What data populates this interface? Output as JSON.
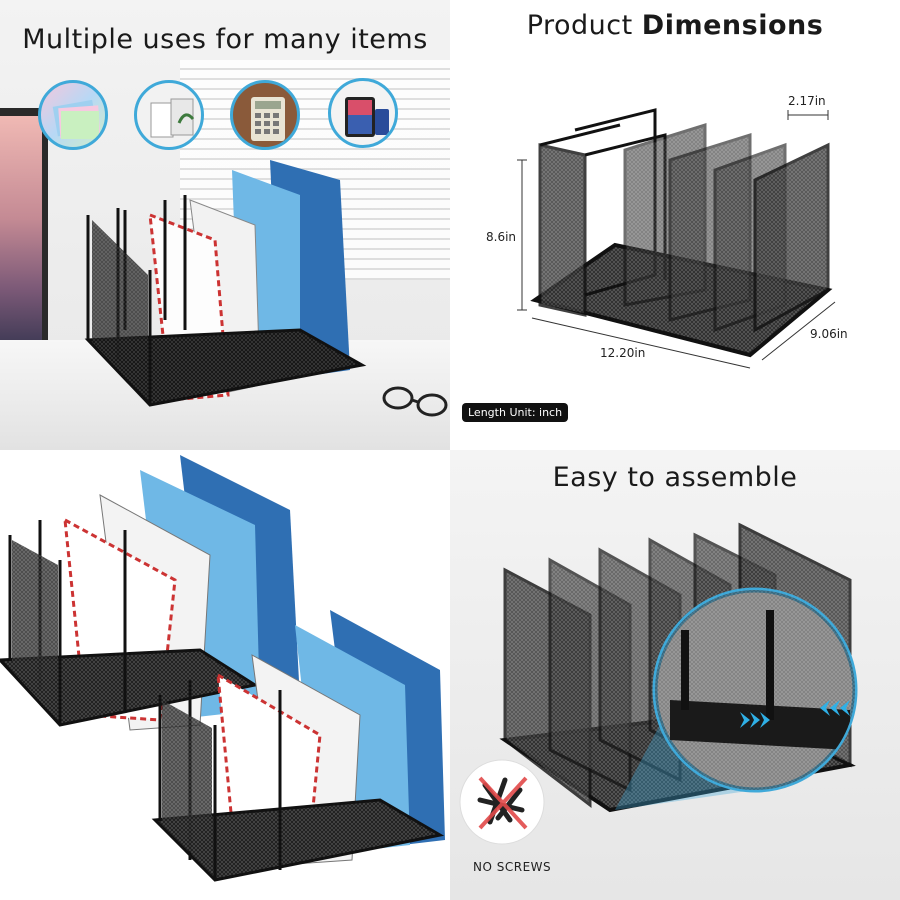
{
  "panel1": {
    "heading": "Multiple uses for many items",
    "icons": [
      "file-folders-icon",
      "books-icon",
      "calculator-icon",
      "tablet-icon"
    ]
  },
  "panel2": {
    "heading_regular": "Product ",
    "heading_bold": "Dimensions",
    "dims": {
      "thickness": "2.17in",
      "height": "8.6in",
      "width": "12.20in",
      "depth": "9.06in"
    },
    "unit_badge": "Length Unit: inch"
  },
  "panel4": {
    "heading": "Easy to assemble",
    "screws_label": "NO SCREWS"
  },
  "colors": {
    "accent": "#3fa9d9",
    "frame": "#1c1c1c",
    "folder_light": "#6fb8e6",
    "folder_dark": "#2f6fb3",
    "arrow": "#2fb0e6"
  }
}
